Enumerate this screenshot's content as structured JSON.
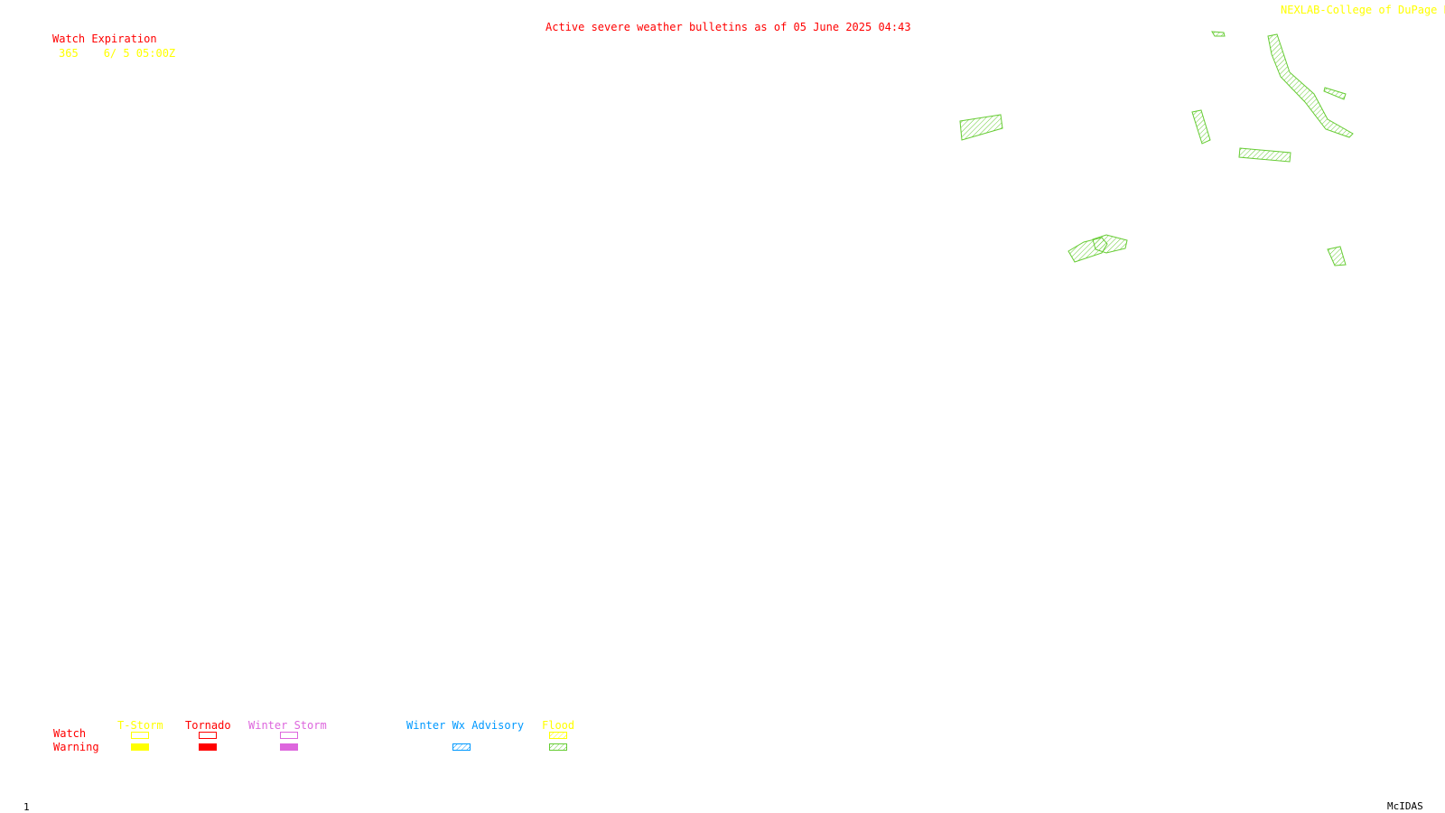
{
  "header": {
    "title": "Active severe weather bulletins as of 05 June 2025 04:43",
    "credit": "NEXLAB-College of DuPage R"
  },
  "watch_expiration": {
    "title": "Watch Expiration",
    "entries": [
      {
        "number": "365",
        "expires": "6/ 5 05:00Z"
      }
    ]
  },
  "legend": {
    "row_labels": {
      "watch": "Watch",
      "warning": "Warning"
    },
    "categories": [
      {
        "label": "T-Storm",
        "color": "#ffff00",
        "watch": "outline",
        "warning": "solid"
      },
      {
        "label": "Tornado",
        "color": "#ff0000",
        "watch": "outline",
        "warning": "solid"
      },
      {
        "label": "Winter Storm",
        "color": "#dd66dd",
        "watch": "outline",
        "warning": "solid"
      },
      {
        "label": "Winter Wx Advisory",
        "color": "#0099ff",
        "watch": "none",
        "warning": "hatched"
      },
      {
        "label": "Flood",
        "color": "#ffff00",
        "watch": "hatched",
        "warning": "hatched-green"
      }
    ]
  },
  "colors": {
    "flood_warning": "#66cc33",
    "title_red": "#ff0000",
    "credit_yellow": "#ffff00"
  },
  "footer": {
    "frame": "1",
    "software": "McIDAS"
  }
}
